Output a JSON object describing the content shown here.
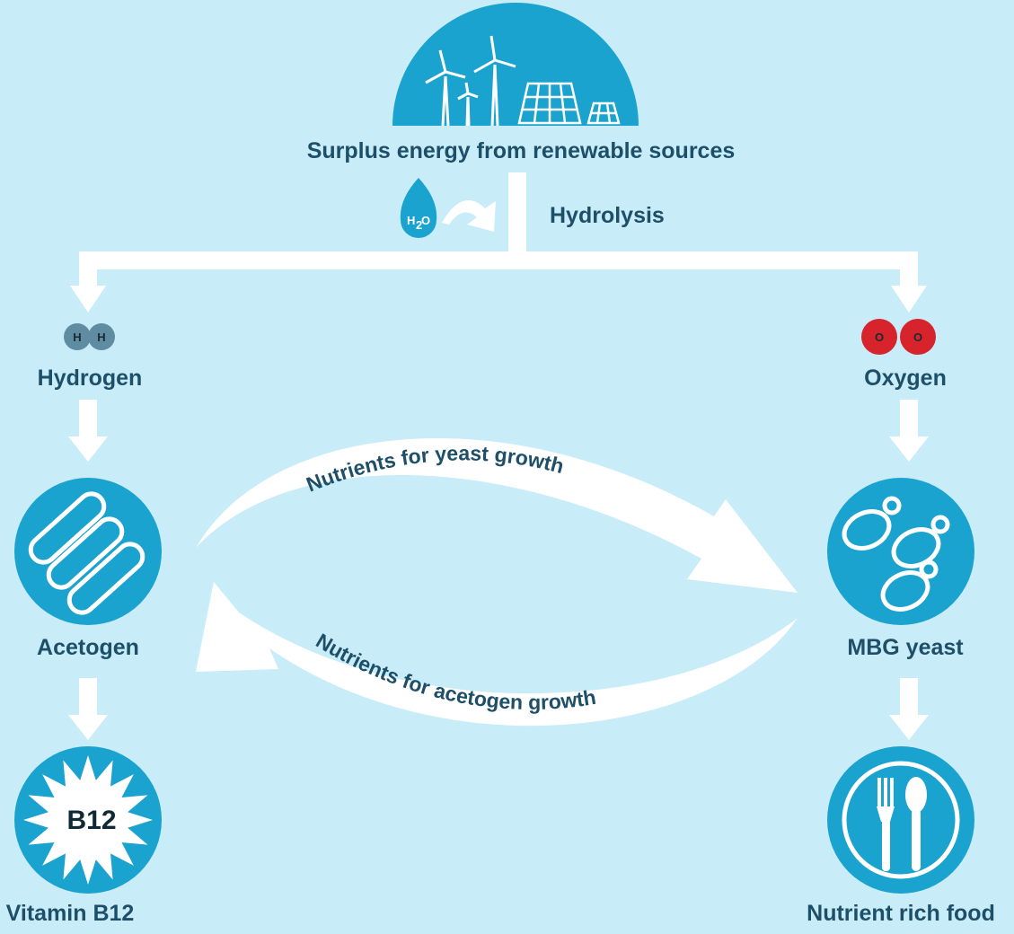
{
  "colors": {
    "background": "#c9ecf9",
    "circle_fill": "#1ba3cf",
    "label_text": "#1d4f68",
    "hydrogen_atom": "#5f8ca1",
    "oxygen_atom": "#d7242c",
    "water_drop": "#1ba3cf",
    "arrows": "#ffffff"
  },
  "energy": {
    "label": "Surplus energy from renewable sources",
    "icons": [
      "wind-turbine-icon",
      "solar-panel-icon"
    ]
  },
  "hydrolysis": {
    "label": "Hydrolysis",
    "water_formula": "H₂O"
  },
  "hydrogen": {
    "label": "Hydrogen",
    "atoms": [
      "H",
      "H"
    ]
  },
  "oxygen": {
    "label": "Oxygen",
    "atoms": [
      "O",
      "O"
    ]
  },
  "acetogen": {
    "label": "Acetogen",
    "icon": "bacteria-icon"
  },
  "yeast": {
    "label": "MBG yeast",
    "icon": "yeast-cells-icon"
  },
  "vitamin": {
    "label": "Vitamin B12",
    "badge": "B12"
  },
  "food": {
    "label": "Nutrient rich food",
    "icon": "fork-spoon-icon"
  },
  "exchange": {
    "to_yeast": "Nutrients for yeast growth",
    "to_acetogen": "Nutrients for acetogen growth"
  }
}
